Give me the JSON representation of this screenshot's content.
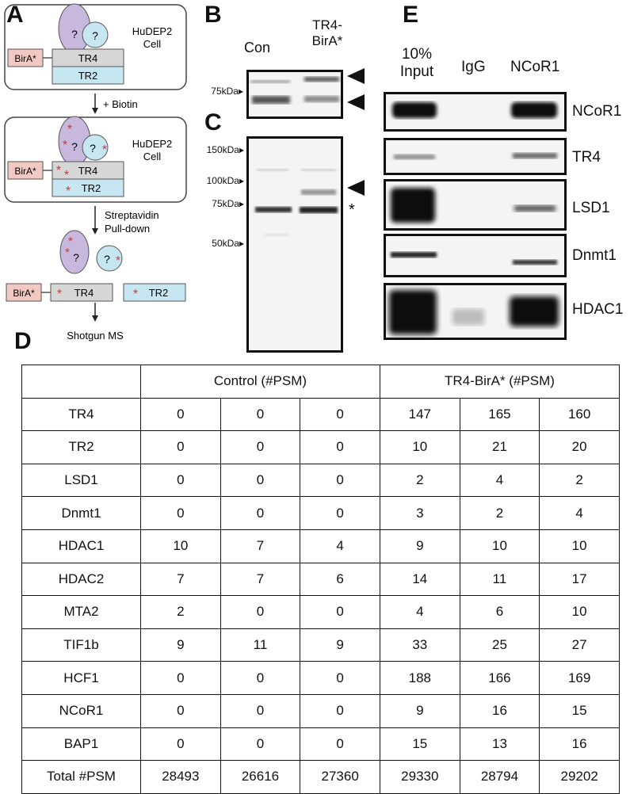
{
  "panels": {
    "A": "A",
    "B": "B",
    "C": "C",
    "D": "D",
    "E": "E"
  },
  "panel_a": {
    "cell_label_1": "HuDEP2",
    "cell_label_2": "Cell",
    "bira": "BirA*",
    "tr4": "TR4",
    "tr2": "TR2",
    "unknown": "?",
    "step1": "+ Biotin",
    "step2_line1": "Streptavidin",
    "step2_line2": "Pull-down",
    "final": "Shotgun MS",
    "asterisk": "*"
  },
  "panel_b": {
    "lane_con": "Con",
    "lane_tr4_line1": "TR4-",
    "lane_tr4_line2": "BirA*",
    "marker_75": "75kDa"
  },
  "panel_c": {
    "marker_150": "150kDa",
    "marker_100": "100kDa",
    "marker_75": "75kDa",
    "marker_50": "50kDa",
    "asterisk": "*"
  },
  "panel_e": {
    "lane_input_line1": "10%",
    "lane_input_line2": "Input",
    "lane_igg": "IgG",
    "lane_ncor1": "NCoR1",
    "blots": [
      "NCoR1",
      "TR4",
      "LSD1",
      "Dnmt1",
      "HDAC1"
    ]
  },
  "table": {
    "group_control": "Control (#PSM)",
    "group_tr4": "TR4-BirA* (#PSM)",
    "rows": [
      {
        "label": "TR4",
        "values": [
          "0",
          "0",
          "0",
          "147",
          "165",
          "160"
        ]
      },
      {
        "label": "TR2",
        "values": [
          "0",
          "0",
          "0",
          "10",
          "21",
          "20"
        ]
      },
      {
        "label": "LSD1",
        "values": [
          "0",
          "0",
          "0",
          "2",
          "4",
          "2"
        ]
      },
      {
        "label": "Dnmt1",
        "values": [
          "0",
          "0",
          "0",
          "3",
          "2",
          "4"
        ]
      },
      {
        "label": "HDAC1",
        "values": [
          "10",
          "7",
          "4",
          "9",
          "10",
          "10"
        ]
      },
      {
        "label": "HDAC2",
        "values": [
          "7",
          "7",
          "6",
          "14",
          "11",
          "17"
        ]
      },
      {
        "label": "MTA2",
        "values": [
          "2",
          "0",
          "0",
          "4",
          "6",
          "10"
        ]
      },
      {
        "label": "TIF1b",
        "values": [
          "9",
          "11",
          "9",
          "33",
          "25",
          "27"
        ]
      },
      {
        "label": "HCF1",
        "values": [
          "0",
          "0",
          "0",
          "188",
          "166",
          "169"
        ]
      },
      {
        "label": "NCoR1",
        "values": [
          "0",
          "0",
          "0",
          "9",
          "16",
          "15"
        ]
      },
      {
        "label": "BAP1",
        "values": [
          "0",
          "0",
          "0",
          "15",
          "13",
          "16"
        ]
      },
      {
        "label": "Total #PSM",
        "values": [
          "28493",
          "26616",
          "27360",
          "29330",
          "28794",
          "29202"
        ]
      }
    ]
  },
  "colors": {
    "bira": "#f2c9c2",
    "tr4": "#d6d6d6",
    "tr2": "#c6e7f2",
    "unknown_purple": "#c9b8de",
    "unknown_blue": "#c6e7f2",
    "biotin": "#e8302a"
  }
}
